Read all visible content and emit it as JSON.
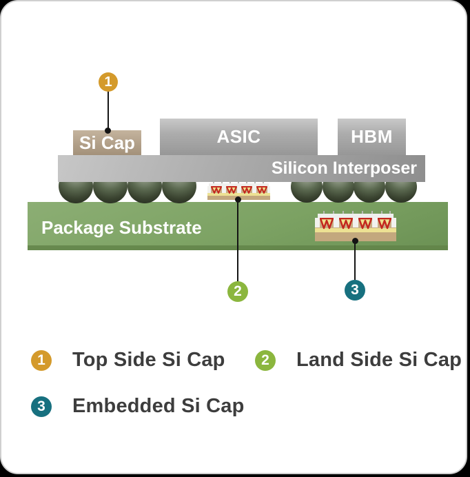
{
  "diagram": {
    "si_cap_label": "Si Cap",
    "asic_label": "ASIC",
    "hbm_label": "HBM",
    "interposer_label": "Silicon Interposer",
    "substrate_label": "Package Substrate",
    "markers": [
      {
        "number": "1",
        "color": "#D49A2B"
      },
      {
        "number": "2",
        "color": "#8BB63E"
      },
      {
        "number": "3",
        "color": "#17707F"
      }
    ]
  },
  "legend": {
    "items": [
      {
        "number": "1",
        "label": "Top Side Si Cap",
        "color": "#D49A2B"
      },
      {
        "number": "2",
        "label": "Land Side Si Cap",
        "color": "#8BB63E"
      },
      {
        "number": "3",
        "label": "Embedded Si Cap",
        "color": "#17707F"
      }
    ]
  },
  "colors": {
    "substrate_green": "#7CA263",
    "chip_gray": "#A8A8A8",
    "cap_tan": "#C9AE85",
    "trench_red": "#C3261D",
    "trench_yellow": "#EDE193",
    "legend_text": "#3D3D3D",
    "card_border": "#CFCFCF"
  }
}
